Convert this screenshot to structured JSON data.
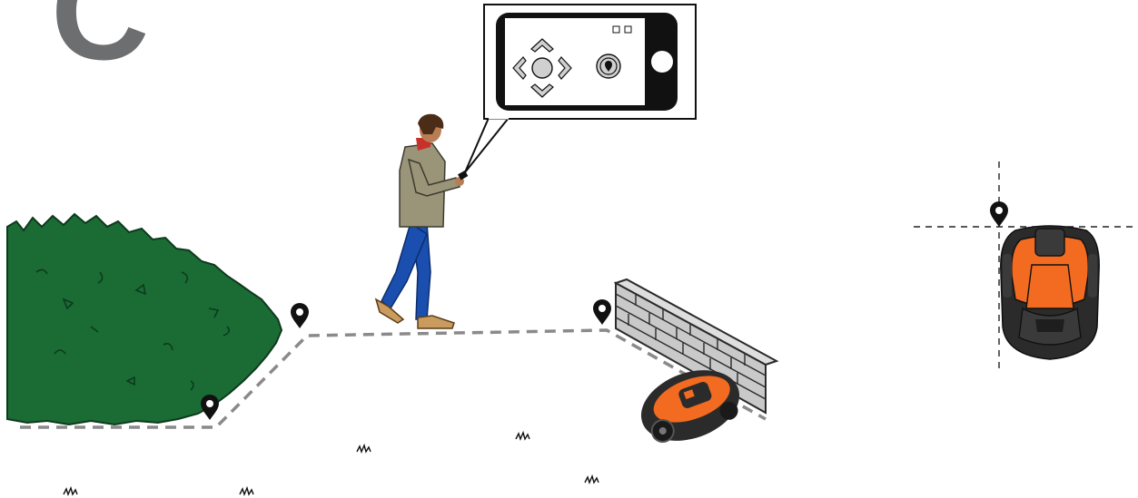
{
  "figure": {
    "section_letter": "C",
    "illustration": "user-driving-robotic-mower-with-phone-app",
    "colors": {
      "hedge_green": "#1b6b35",
      "hedge_outline": "#0d3a1c",
      "mower_orange": "#f26b21",
      "mower_body": "#2b2b2b",
      "boundary_dash": "#8a8a8a",
      "wall_fill": "#c9c9c9",
      "jacket": "#9a9478",
      "jeans": "#1a4fb0",
      "shoes": "#c99b5e",
      "pin": "#111111"
    }
  },
  "phone_callout": {
    "controls": [
      "up-arrow-icon",
      "left-arrow-icon",
      "center-button",
      "right-arrow-icon",
      "down-arrow-icon",
      "pin-button-icon",
      "mode-squares-icon"
    ]
  },
  "markers": {
    "icon": "location-pin-icon",
    "count": 4
  }
}
